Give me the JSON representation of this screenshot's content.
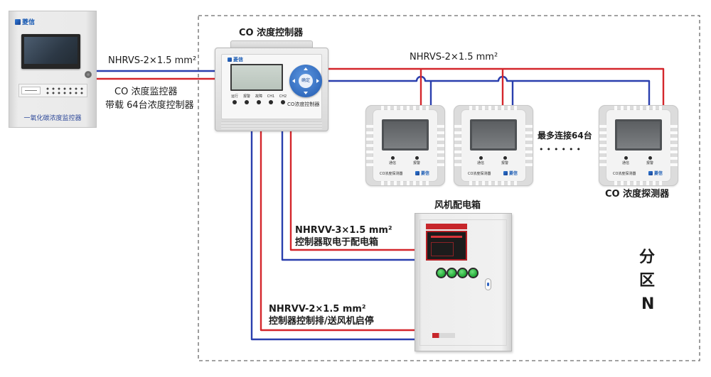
{
  "colors": {
    "red_wire": "#d4262c",
    "blue_wire": "#2a3fae"
  },
  "monitor": {
    "logo": "菱信",
    "label": "一氧化碳浓度监控器"
  },
  "left_link": {
    "cable": "NHRVS-2×1.5 mm²",
    "device_name": "CO 浓度监控器",
    "capacity": "带载 64台浓度控制器"
  },
  "controller": {
    "title": "CO 浓度控制器",
    "logo": "菱信",
    "ok_key": "确定",
    "indicators": [
      "运行",
      "报警",
      "故障",
      "CH1",
      "CH2"
    ],
    "panel_label": "CO浓度控制器"
  },
  "bus": {
    "cable": "NHRVS-2×1.5 mm²",
    "max_note": "最多连接64台",
    "ellipsis": "••••••"
  },
  "detectors": [
    {
      "logo": "菱信",
      "indicators": [
        "通信",
        "报警"
      ],
      "panel_label": "CO浓度探测器"
    },
    {
      "logo": "菱信",
      "indicators": [
        "通信",
        "报警"
      ],
      "panel_label": "CO浓度探测器"
    },
    {
      "logo": "菱信",
      "indicators": [
        "通信",
        "报警"
      ],
      "panel_label": "CO浓度探测器"
    }
  ],
  "detector_caption": "CO 浓度探测器",
  "fan_box": {
    "title": "风机配电箱"
  },
  "power_link": {
    "cable": "NHRVV-3×1.5 mm²",
    "note": "控制器取电于配电箱"
  },
  "control_link": {
    "cable": "NHRVV-2×1.5 mm²",
    "note": "控制器控制排/送风机启停"
  },
  "zone": {
    "chars": [
      "分",
      "区",
      "N"
    ]
  }
}
